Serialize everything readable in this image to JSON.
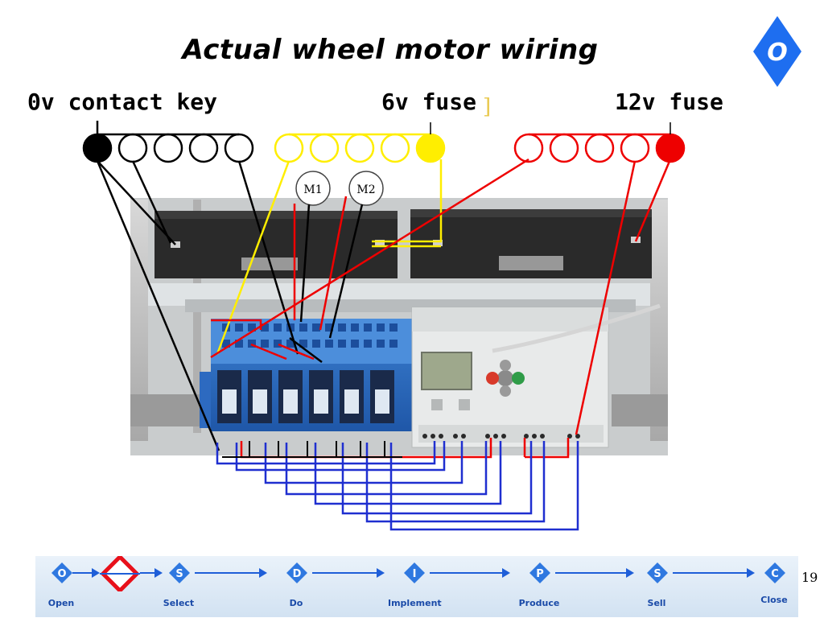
{
  "slide": {
    "title": "Actual wheel motor wiring",
    "corner_badge": "O",
    "page_number": "19"
  },
  "labels": {
    "zero_v": "0v contact key",
    "six_v": "6v fuse",
    "twelve_v": "12v fuse",
    "bracket": "]"
  },
  "diagram": {
    "motor_1": "M1",
    "motor_2": "M2",
    "wire_colors": {
      "zero_v": "#000000",
      "six_v": "#ffee00",
      "twelve_v": "#ee0000",
      "outputs": "#1f2fd0"
    }
  },
  "process_steps": [
    {
      "letter": "O",
      "label": "Open"
    },
    {
      "letter": "S",
      "label": "Select"
    },
    {
      "letter": "D",
      "label": "Do"
    },
    {
      "letter": "I",
      "label": "Implement"
    },
    {
      "letter": "P",
      "label": "Produce"
    },
    {
      "letter": "S",
      "label": "Sell"
    },
    {
      "letter": "C",
      "label": "Close"
    }
  ]
}
